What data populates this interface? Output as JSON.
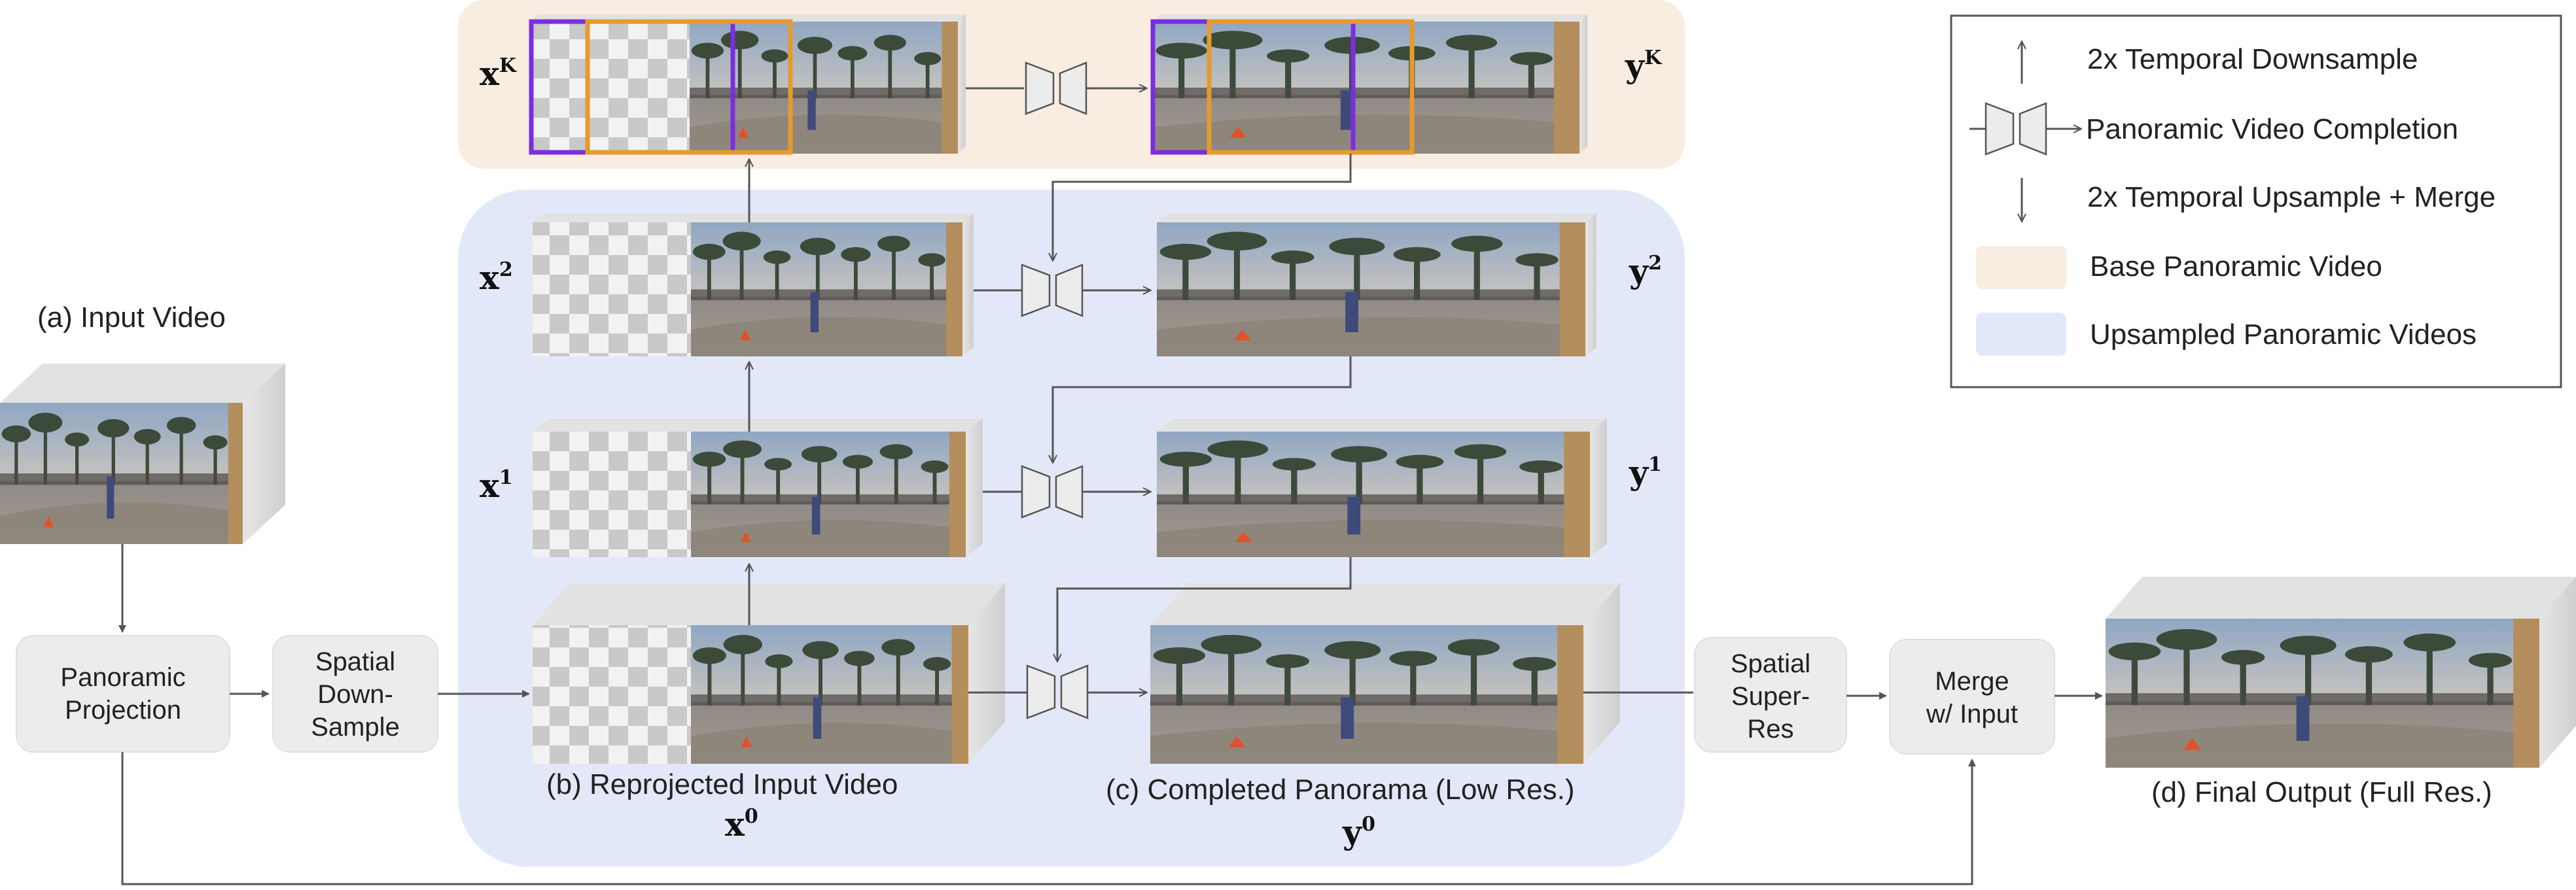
{
  "input_video": {
    "label": "(a) Input Video"
  },
  "boxes": {
    "panoramic_projection": [
      "Panoramic",
      "Projection"
    ],
    "spatial_downsample": [
      "Spatial",
      "Down-",
      "Sample"
    ],
    "spatial_superres": [
      "Spatial",
      "Super-",
      "Res"
    ],
    "merge_input": [
      "Merge",
      "w/ Input"
    ]
  },
  "captions": {
    "reprojected": "(b) Reprojected Input Video",
    "completed": "(c) Completed Panorama (Low Res.)",
    "final": "(d) Final Output (Full Res.)"
  },
  "math": {
    "x_base": "x",
    "y_base": "y",
    "sup_K": "K",
    "sup_2": "2",
    "sup_1": "1",
    "sup_0": "0"
  },
  "legend": {
    "items": [
      {
        "kind": "arrow-up",
        "label": "2x Temporal Downsample"
      },
      {
        "kind": "network",
        "label": "Panoramic Video Completion"
      },
      {
        "kind": "arrow-down",
        "label": "2x Temporal Upsample + Merge"
      },
      {
        "kind": "swatch-base",
        "label": "Base Panoramic Video"
      },
      {
        "kind": "swatch-up",
        "label": "Upsampled Panoramic Videos"
      }
    ]
  },
  "colors": {
    "base_region": "#f8ede0",
    "upsampled_region": "#e3e8f9",
    "box_fill": "#ececec",
    "arrow": "#555555",
    "highlight_purple": "#7b2ee0",
    "highlight_orange": "#e69a2e"
  }
}
